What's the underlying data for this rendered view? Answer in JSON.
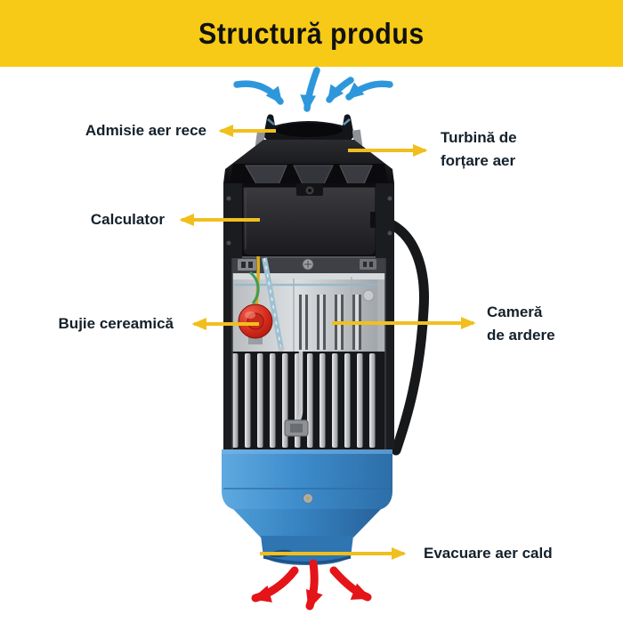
{
  "title": "Structură produs",
  "labels": {
    "admisie": {
      "text": "Admisie aer rece"
    },
    "turbina": {
      "line1": "Turbină de",
      "line2": "forțare aer"
    },
    "calculator": {
      "text": "Calculator"
    },
    "bujie": {
      "text": "Bujie cereamică"
    },
    "camera": {
      "line1": "Cameră",
      "line2": "de ardere"
    },
    "evacuare": {
      "text": "Evacuare aer cald"
    }
  },
  "flow": {
    "cold_air_arrow_count": 4,
    "hot_air_arrow_count": 3
  },
  "colors": {
    "banner": "#F6CA16",
    "title_text": "#111111",
    "label_text": "#14202B",
    "callout_arrow": "#F1BF1D",
    "cold_air_arrow": "#2E97DB",
    "hot_air_arrow": "#E41419",
    "body_blue": "#3E8CCB"
  }
}
